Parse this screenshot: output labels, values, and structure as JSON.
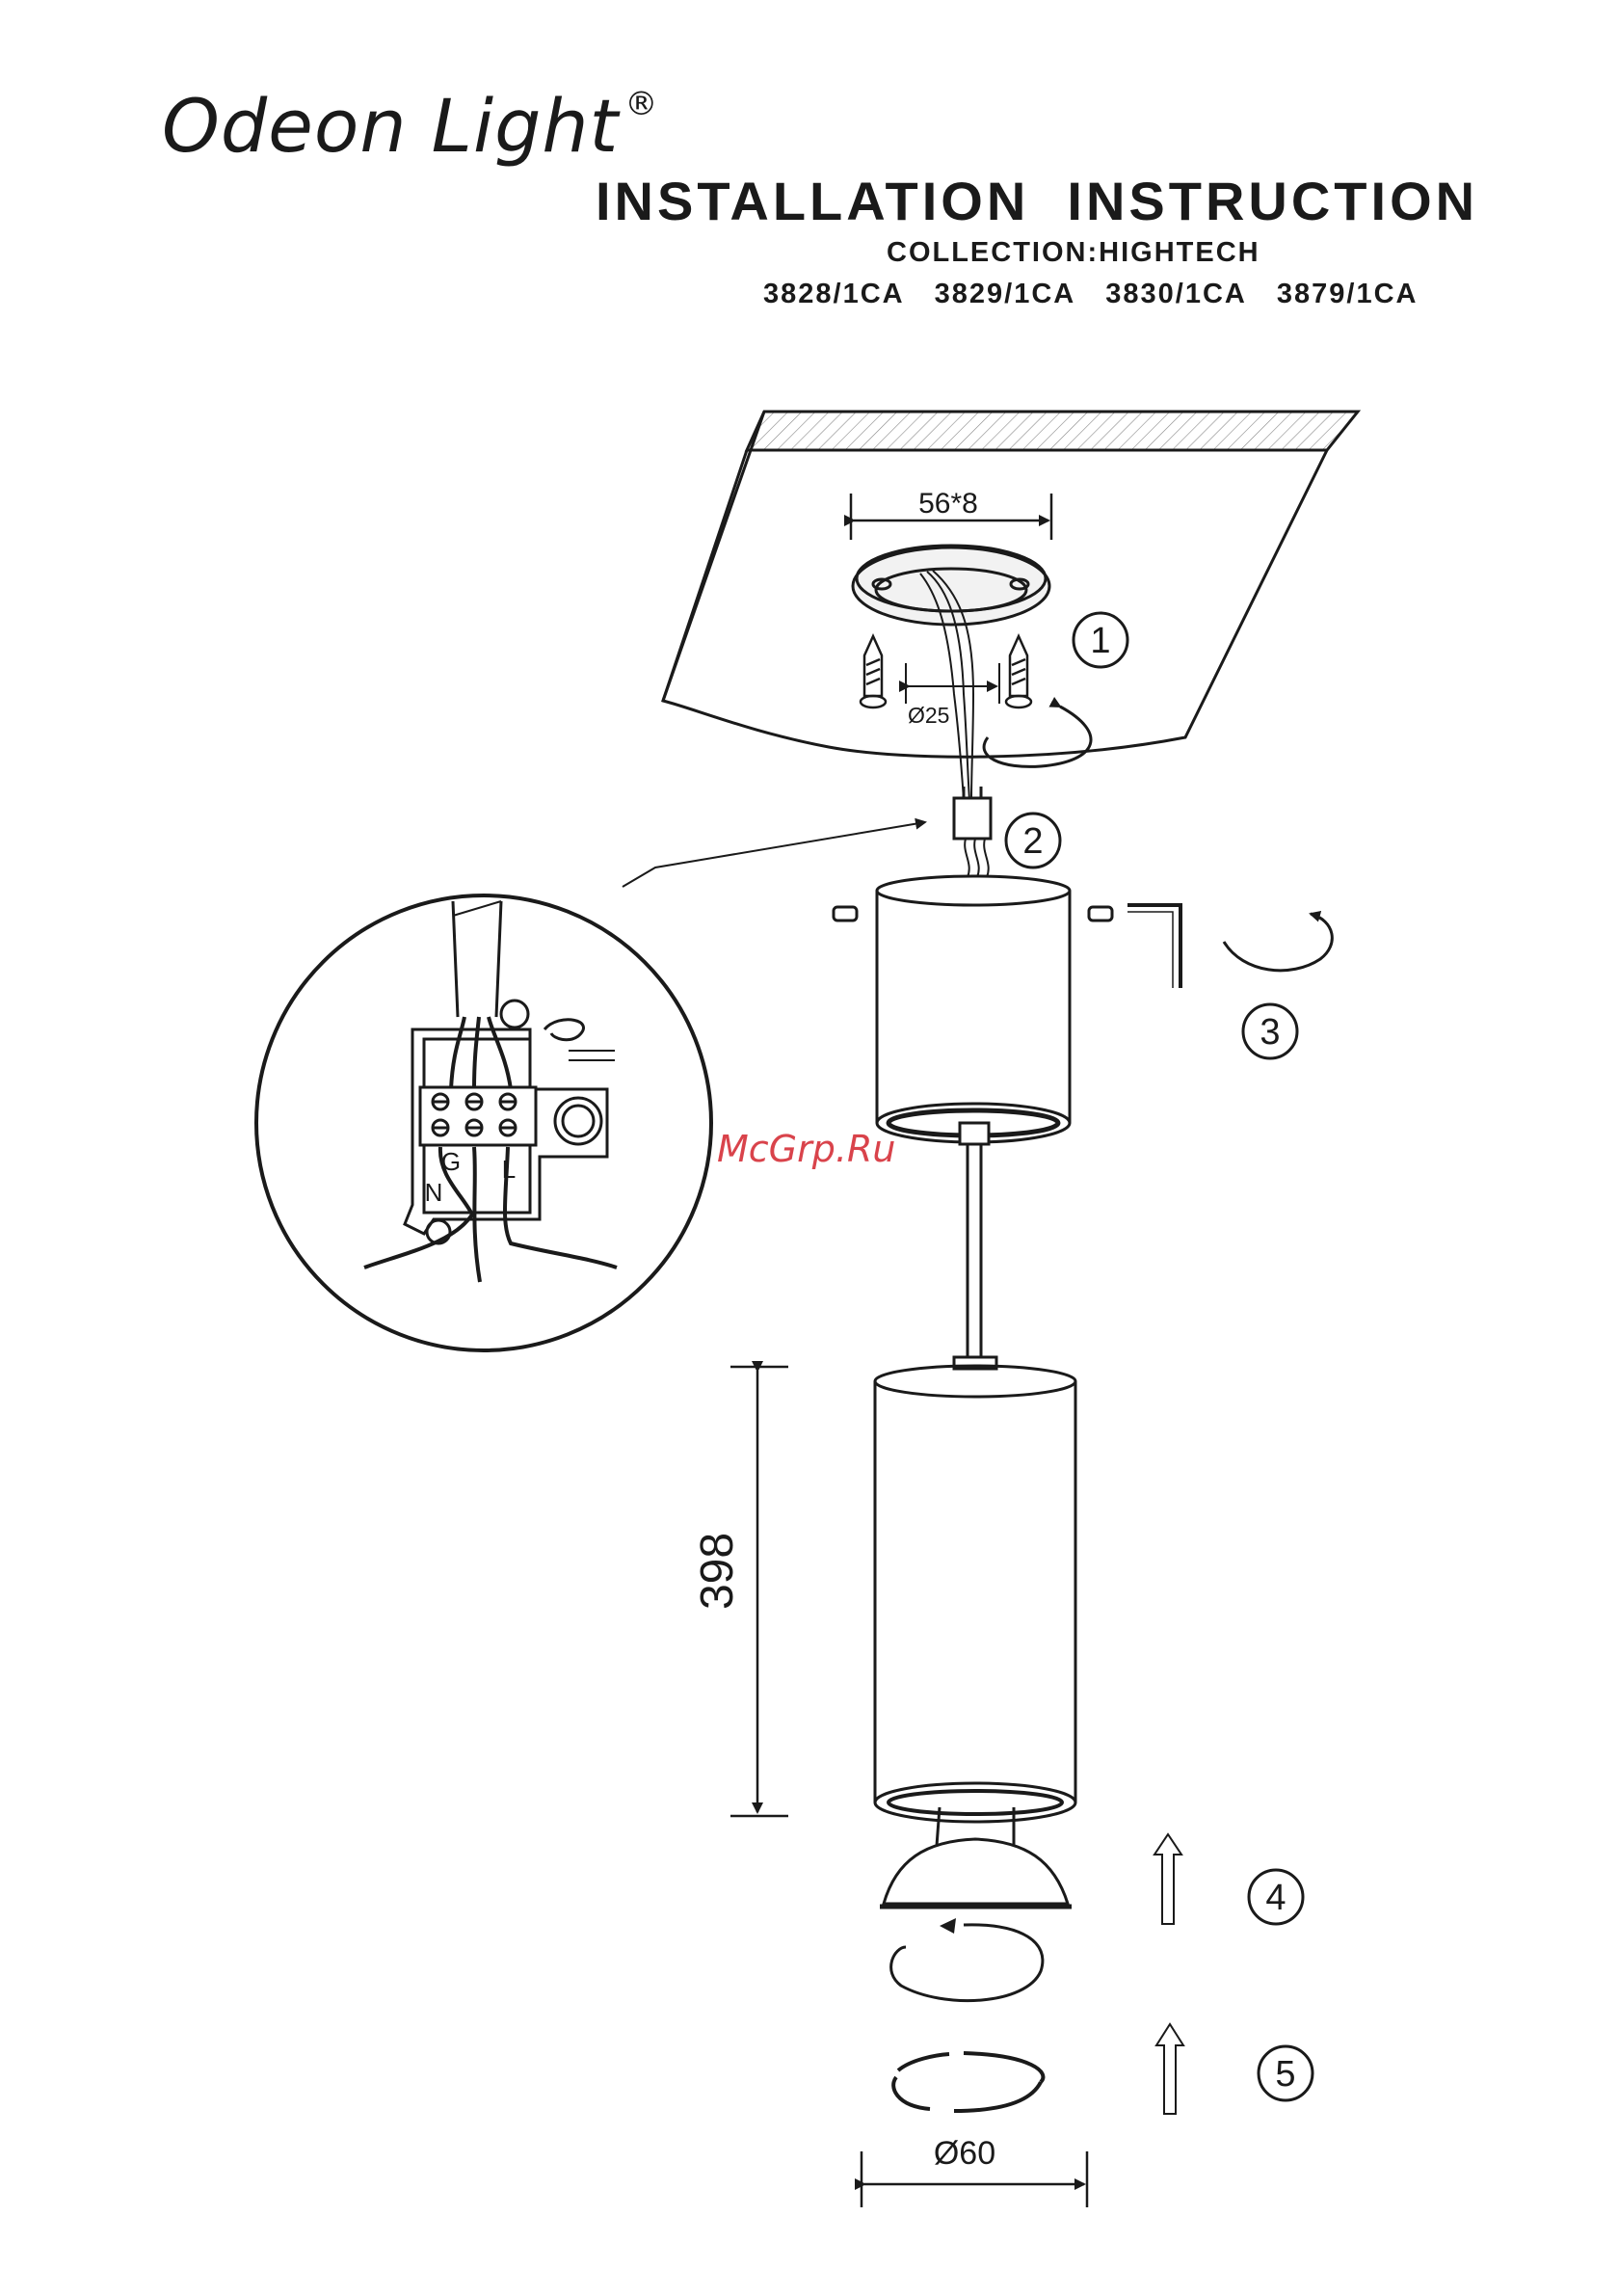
{
  "header": {
    "brand": "Odeon Light",
    "registered": "®",
    "title": "INSTALLATION  INSTRUCTION",
    "collection": "COLLECTION:HIGHTECH",
    "models": "3828/1CA  3829/1CA  3830/1CA  3879/1CA"
  },
  "diagram": {
    "dim_bracket": "56*8",
    "dim_hole": "Ø25",
    "dim_height": "398",
    "dim_diameter": "Ø60",
    "steps": [
      "1",
      "2",
      "3",
      "4",
      "5"
    ],
    "terminal_labels": {
      "neutral": "N",
      "ground": "G",
      "live": "L"
    }
  },
  "watermark": "McGrp.Ru"
}
